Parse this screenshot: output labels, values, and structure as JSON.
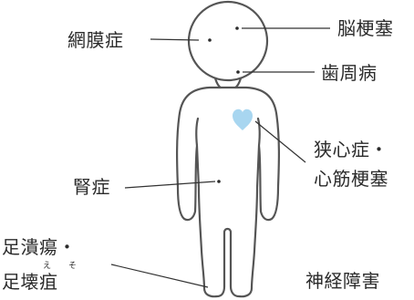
{
  "labels": {
    "retinopathy": "網膜症",
    "stroke": "脳梗塞",
    "periodontal": "歯周病",
    "angina_line1": "狭心症・",
    "angina_line2": "心筋梗塞",
    "nephropathy": "腎症",
    "foot_line1": "足潰瘍・",
    "foot_line2": "足壊疽",
    "foot_ruby_e": "え",
    "foot_ruby_so": "そ",
    "neuropathy": "神経障害"
  },
  "colors": {
    "outline": "#555555",
    "heart": "#a8d6f0",
    "text": "#2b2b2b",
    "leader": "#333333",
    "body_fill": "#ffffff"
  },
  "icons": {
    "heart": "heart-icon"
  }
}
